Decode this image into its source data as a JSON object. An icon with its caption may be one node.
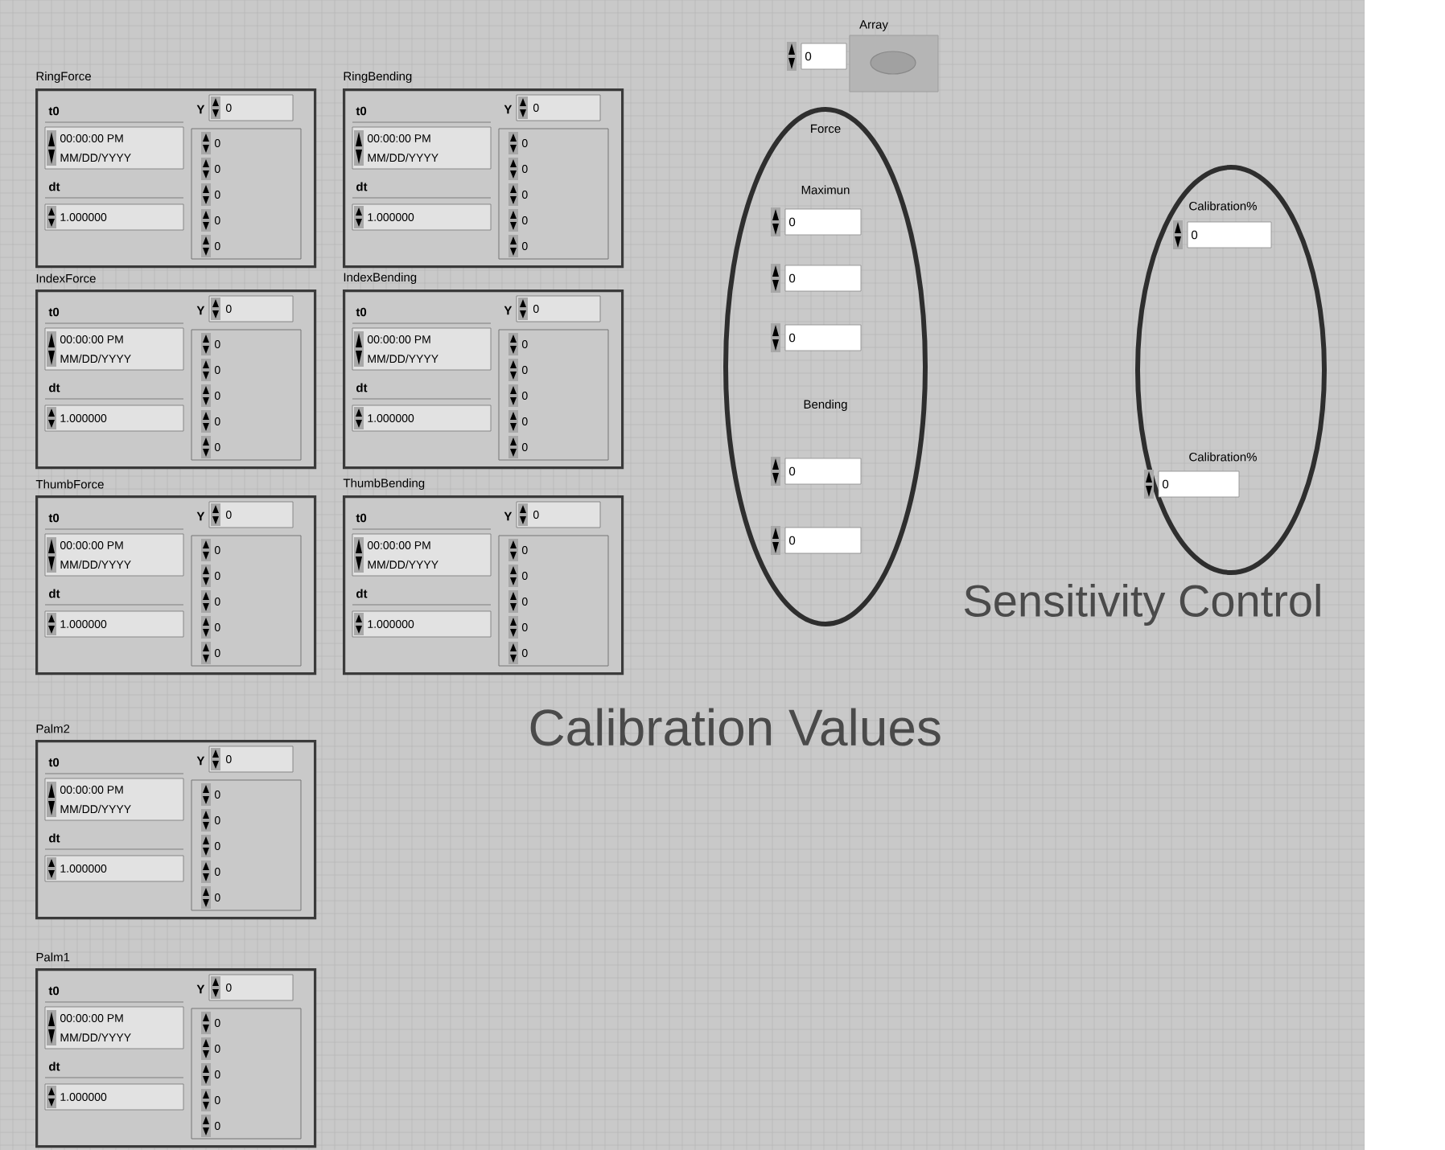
{
  "diagram": {
    "nodes": [
      {
        "text": [
          "RingForce",
          "t0",
          "00:00:00 PM",
          "MM/DD/YYYY",
          "dt",
          "1.000000",
          "Y",
          "0",
          "0",
          "0",
          "0",
          "0",
          "0"
        ]
      },
      {
        "text": [
          "RingBending",
          "t0",
          "00:00:00 PM",
          "MM/DD/YYYY",
          "dt",
          "1.000000",
          "Y",
          "0",
          "0",
          "0",
          "0",
          "0",
          "0"
        ]
      },
      {
        "text": [
          "IndexForce",
          "t0",
          "00:00:00 PM",
          "MM/DD/YYYY",
          "dt",
          "1.000000",
          "Y",
          "0",
          "0",
          "0",
          "0",
          "0",
          "0"
        ]
      },
      {
        "text": [
          "IndexBending",
          "t0",
          "00:00:00 PM",
          "MM/DD/YYYY",
          "dt",
          "1.000000",
          "Y",
          "0",
          "0",
          "0",
          "0",
          "0",
          "0"
        ]
      },
      {
        "text": [
          "ThumbForce",
          "t0",
          "00:00:00 PM",
          "MM/DD/YYYY",
          "dt",
          "1.000000",
          "Y",
          "0",
          "0",
          "0",
          "0",
          "0",
          "0"
        ]
      },
      {
        "text": [
          "ThumbBending",
          "t0",
          "00:00:00 PM",
          "MM/DD/YYYY",
          "dt",
          "1.000000",
          "Y",
          "0",
          "0",
          "0",
          "0",
          "0",
          "0"
        ]
      },
      {
        "text": [
          "Palm2",
          "t0",
          "00:00:00 PM",
          "MM/DD/YYYY",
          "dt",
          "1.000000",
          "Y",
          "0",
          "0",
          "0",
          "0",
          "0",
          "0"
        ]
      },
      {
        "text": [
          "Palm1",
          "t0",
          "00:00:00 PM",
          "MM/DD/YYYY",
          "dt",
          "1.000000",
          "Y",
          "0",
          "0",
          "0",
          "0",
          "0",
          "0"
        ]
      },
      {
        "text": [
          "Array",
          "0"
        ]
      },
      {
        "text": [
          "Force",
          "Maximun",
          "0",
          "0",
          "0",
          "Bending",
          "0",
          "0"
        ]
      },
      {
        "text": [
          "Calibration%",
          "0",
          "Calibration%",
          "0"
        ],
        "beside": [
          "Sensitivity Control"
        ]
      }
    ],
    "labels": [
      "Calibration Values"
    ]
  }
}
